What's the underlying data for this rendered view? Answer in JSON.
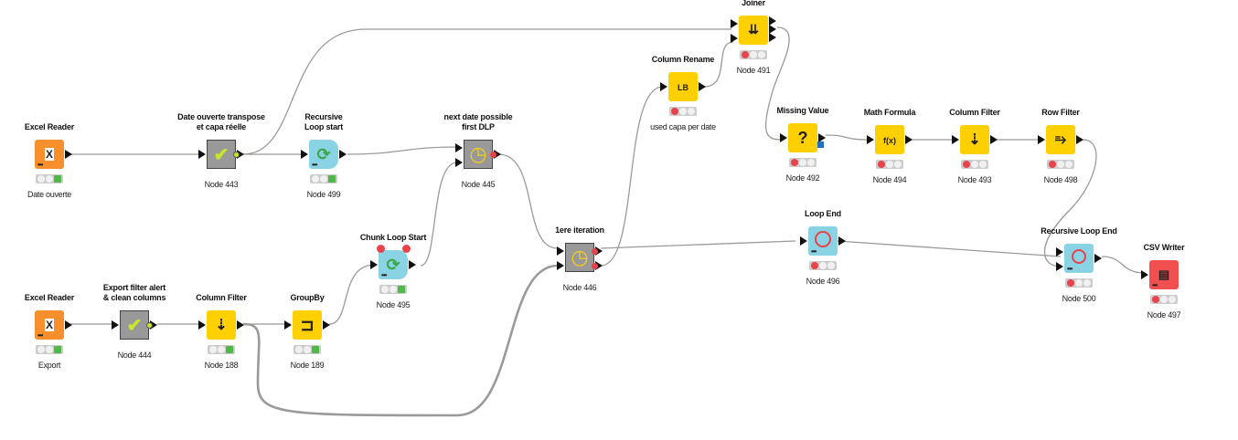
{
  "workflow": {
    "nodes": [
      {
        "id": "excel-reader-1",
        "title": "Excel Reader",
        "label": "Date ouverte",
        "status": "executed",
        "color": "#f68f2c",
        "icon": "excel-reader-icon"
      },
      {
        "id": "metanode-443",
        "title": "Date ouverte transpose et capa réelle",
        "title_lines": [
          "Date ouverte transpose",
          "et capa réelle"
        ],
        "label": "Node 443",
        "status": "none",
        "icon": "check-icon"
      },
      {
        "id": "recursive-loop-start",
        "title": "Recursive Loop start",
        "title_lines": [
          "Recursive",
          "Loop start"
        ],
        "label": "Node 499",
        "status": "executed",
        "icon": "loop-start-icon"
      },
      {
        "id": "node-445",
        "title": "next date possible first DLP",
        "title_lines": [
          "next date possible",
          "first DLP"
        ],
        "label": "Node 445",
        "status": "none",
        "icon": "clock-icon"
      },
      {
        "id": "column-rename",
        "title": "Column Rename",
        "label": "used capa per date",
        "status": "not-configured",
        "icon": "column-rename-icon"
      },
      {
        "id": "joiner",
        "title": "Joiner",
        "label": "Node 491",
        "status": "not-configured",
        "icon": "joiner-icon"
      },
      {
        "id": "missing-value",
        "title": "Missing Value",
        "label": "Node 492",
        "status": "not-configured",
        "icon": "question-icon"
      },
      {
        "id": "math-formula",
        "title": "Math Formula",
        "label": "Node 494",
        "status": "not-configured",
        "icon": "formula-icon"
      },
      {
        "id": "column-filter-493",
        "title": "Column Filter",
        "label": "Node 493",
        "status": "not-configured",
        "icon": "column-filter-icon"
      },
      {
        "id": "row-filter",
        "title": "Row Filter",
        "label": "Node 498",
        "status": "not-configured",
        "icon": "row-filter-icon"
      },
      {
        "id": "chunk-loop-start",
        "title": "Chunk Loop Start",
        "label": "Node 495",
        "status": "executed",
        "icon": "chunk-loop-icon"
      },
      {
        "id": "node-446",
        "title": "1ere iteration",
        "label": "Node 446",
        "status": "none",
        "icon": "clock-icon"
      },
      {
        "id": "loop-end",
        "title": "Loop End",
        "label": "Node 496",
        "status": "not-configured",
        "icon": "loop-end-icon"
      },
      {
        "id": "recursive-loop-end",
        "title": "Recursive Loop End",
        "label": "Node 500",
        "status": "not-configured",
        "icon": "recursive-loop-end-icon"
      },
      {
        "id": "csv-writer",
        "title": "CSV Writer",
        "label": "Node 497",
        "status": "not-configured",
        "icon": "csv-writer-icon"
      },
      {
        "id": "excel-reader-2",
        "title": "Excel Reader",
        "label": "Export",
        "status": "executed",
        "icon": "excel-reader-icon"
      },
      {
        "id": "metanode-444",
        "title": "Export filter alert & clean columns",
        "title_lines": [
          "Export filter alert",
          "& clean columns"
        ],
        "label": "Node 444",
        "status": "none",
        "icon": "check-icon"
      },
      {
        "id": "column-filter-188",
        "title": "Column Filter",
        "label": "Node 188",
        "status": "executed",
        "icon": "column-filter-icon"
      },
      {
        "id": "groupby",
        "title": "GroupBy",
        "label": "Node 189",
        "status": "executed",
        "icon": "groupby-icon"
      }
    ]
  },
  "glyphs": {
    "check": "✔",
    "question": "?",
    "clock": "◷",
    "column_filter": "⇣",
    "row_filter": "⥱",
    "groupby": "⊐",
    "formula": "f(x)",
    "rename": "LB",
    "joiner": "⇊",
    "excel": "X"
  },
  "colors": {
    "learner_orange": "#f68f2c",
    "manipulator_yellow": "#ffd000",
    "loop_cyan": "#8ad3e4",
    "writer_red": "#f25050",
    "metanode_gray": "#999999",
    "status_green": "#4fb848",
    "status_red": "#e8424b"
  }
}
